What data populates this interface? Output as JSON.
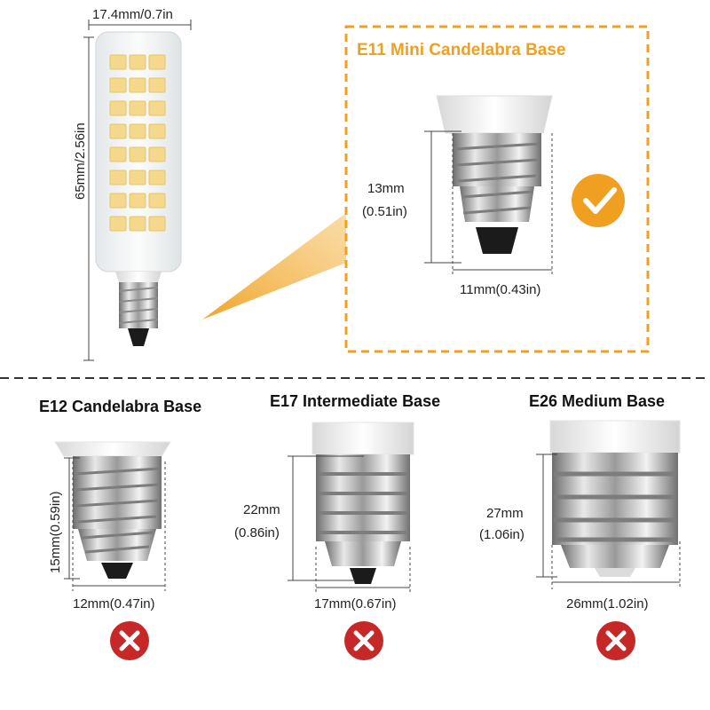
{
  "main_bulb": {
    "width_label": "17.4mm/0.7in",
    "height_label": "65mm/2.56in"
  },
  "featured_base": {
    "title": "E11 Mini Candelabra Base",
    "height_label_mm": "13mm",
    "height_label_in": "(0.51in)",
    "width_label": "11mm(0.43in)",
    "status_icon": "check-icon",
    "accent_color": "#f0a020"
  },
  "other_bases": [
    {
      "title": "E12 Candelabra Base",
      "height_label": "15mm(0.59in)",
      "width_label": "12mm(0.47in)",
      "status_icon": "cross-icon"
    },
    {
      "title": "E17 Intermediate Base",
      "height_label_mm": "22mm",
      "height_label_in": "(0.86in)",
      "width_label": "17mm(0.67in)",
      "status_icon": "cross-icon"
    },
    {
      "title": "E26 Medium Base",
      "height_label_mm": "27mm",
      "height_label_in": "(1.06in)",
      "width_label": "26mm(1.02in)",
      "status_icon": "cross-icon"
    }
  ],
  "colors": {
    "accent": "#f0a020",
    "reject": "#c62828",
    "divider": "#333333"
  }
}
